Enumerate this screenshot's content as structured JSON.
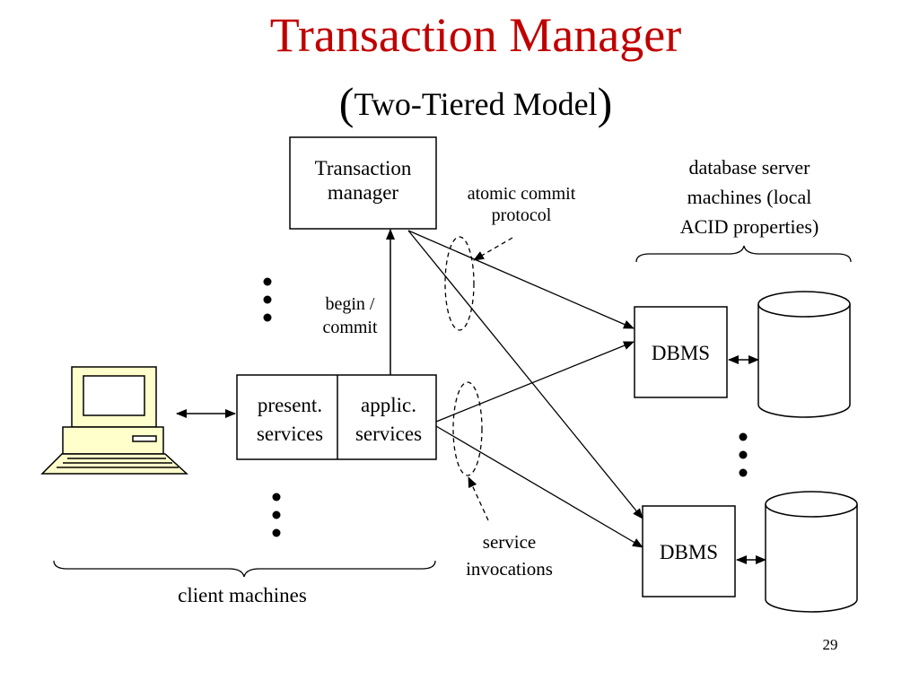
{
  "slide": {
    "title": "Transaction Manager",
    "subtitle_open": "(",
    "subtitle": "Two-Tiered Model",
    "subtitle_close": ")",
    "page_number": "29"
  },
  "diagram": {
    "transaction_manager": {
      "line1": "Transaction",
      "line2": "manager"
    },
    "atomic_commit": {
      "line1": "atomic commit",
      "line2": "protocol"
    },
    "db_servers": {
      "line1": "database server",
      "line2": "machines (local",
      "line3": "ACID properties)"
    },
    "begin_commit": {
      "line1": "begin /",
      "line2": "commit"
    },
    "present_services": {
      "line1": "present.",
      "line2": "services"
    },
    "applic_services": {
      "line1": "applic.",
      "line2": "services"
    },
    "dbms_top": "DBMS",
    "dbms_bottom": "DBMS",
    "service_invocations": {
      "line1": "service",
      "line2": "invocations"
    },
    "client_machines": "client machines"
  }
}
